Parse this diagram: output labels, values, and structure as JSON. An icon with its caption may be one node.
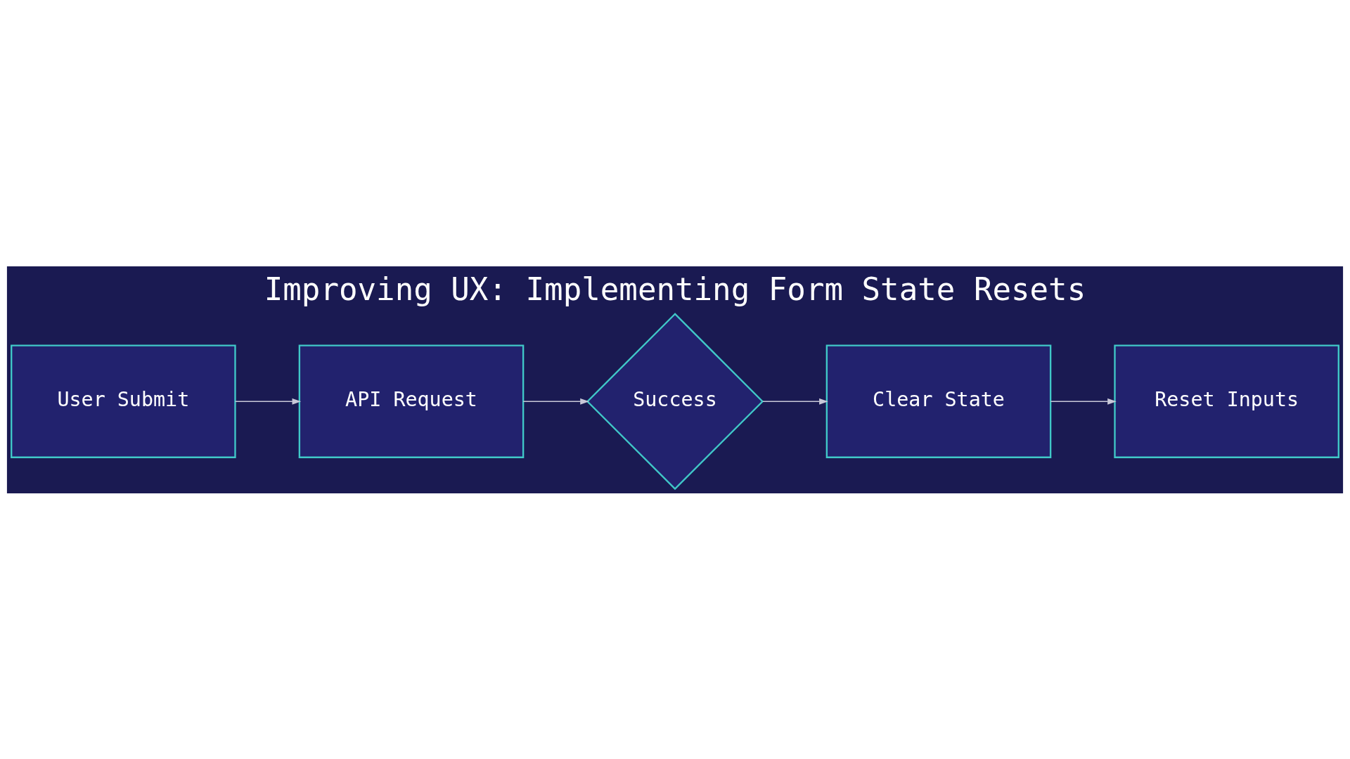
{
  "diagram": {
    "title": "Improving UX: Implementing Form State Resets",
    "nodes": [
      {
        "text": [
          "User Submit"
        ]
      },
      {
        "text": [
          "API Request"
        ]
      },
      {
        "text": [
          "Success"
        ]
      },
      {
        "text": [
          "Clear State"
        ]
      },
      {
        "text": [
          "Reset Inputs"
        ]
      }
    ],
    "edges": [
      {
        "from": 0,
        "to": 1,
        "arrow": "to"
      },
      {
        "from": 1,
        "to": 2,
        "arrow": "to"
      },
      {
        "from": 2,
        "to": 3,
        "arrow": "to"
      },
      {
        "from": 3,
        "to": 4,
        "arrow": "to"
      }
    ]
  }
}
